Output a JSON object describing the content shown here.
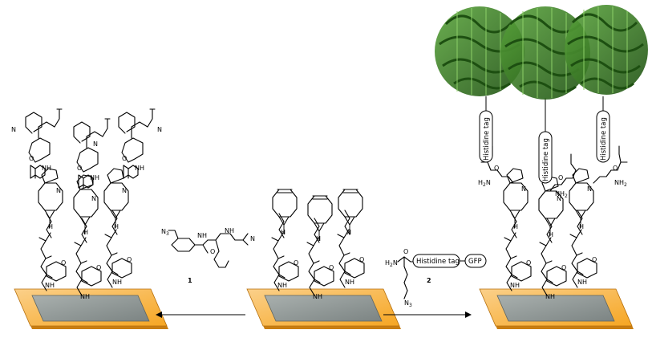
{
  "compound_labels": {
    "compound_1": "1",
    "compound_2": "2"
  },
  "atom_labels": {
    "azide": "N",
    "azide_sub": "3",
    "amine_h": "H",
    "amine_sub": "2",
    "amine_n": "N",
    "nh": "NH",
    "n": "N",
    "o": "O",
    "h": "H"
  },
  "construct_2": {
    "histidine_tag": "Histidine tag",
    "gfp": "GFP"
  },
  "right_product": {
    "histidine_tag": "Histidine tag",
    "amine": "NH",
    "amine_sub": "2",
    "amine_h": "H",
    "amine_sub2": "2",
    "amine_n": "N"
  },
  "colors": {
    "surface_orange": "#f6a623",
    "surface_orange_light": "#fbd08a",
    "surface_gray": "#8e9695",
    "surface_gray_dark": "#6f7776",
    "protein_green": "#2f7a1e",
    "protein_green_dark": "#1d4f11",
    "protein_green_light": "#5aa53c"
  },
  "icons": [
    "reaction-arrow-left-icon",
    "reaction-arrow-right-icon",
    "gfp-protein-ribbon-icon"
  ]
}
